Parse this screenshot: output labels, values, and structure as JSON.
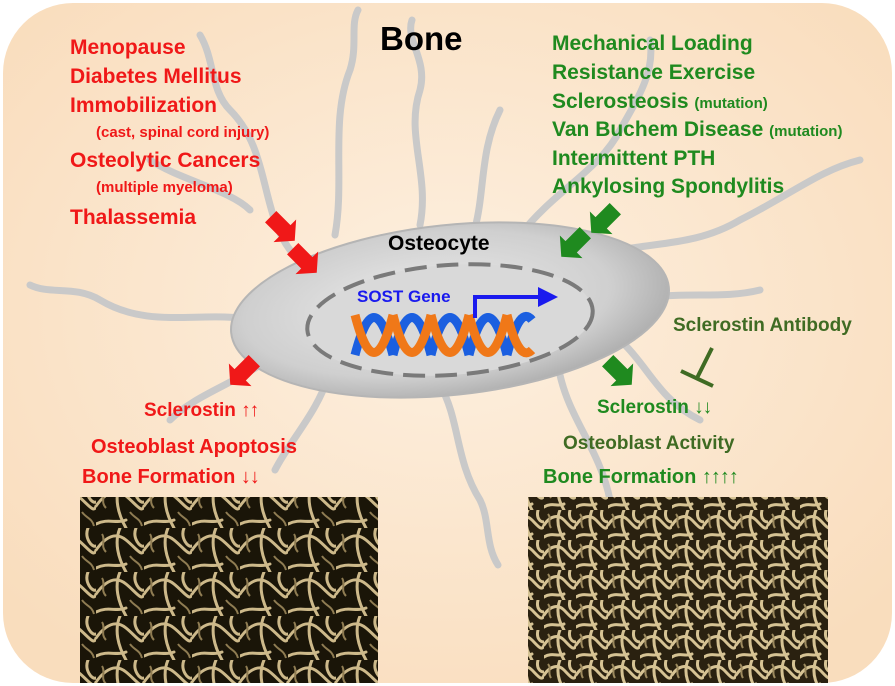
{
  "title": "Bone",
  "osteocyte_label": "Osteocyte",
  "gene_label": "SOST Gene",
  "left_factors": [
    {
      "text": "Menopause",
      "size": "big"
    },
    {
      "text": "Diabetes Mellitus",
      "size": "big"
    },
    {
      "text": "Immobilization",
      "size": "big"
    },
    {
      "text": "(cast, spinal cord injury)",
      "size": "small"
    },
    {
      "text": "Osteolytic Cancers",
      "size": "big"
    },
    {
      "text": "(multiple myeloma)",
      "size": "small"
    },
    {
      "text": "Thalassemia",
      "size": "big"
    }
  ],
  "right_factors": [
    {
      "text": "Mechanical Loading",
      "note": ""
    },
    {
      "text": "Resistance Exercise",
      "note": ""
    },
    {
      "text": "Sclerosteosis",
      "note": "(mutation)"
    },
    {
      "text": "Van Buchem Disease",
      "note": "(mutation)"
    },
    {
      "text": "Intermittent PTH",
      "note": ""
    },
    {
      "text": "Ankylosing Spondylitis",
      "note": ""
    }
  ],
  "antibody_label": "Sclerostin Antibody",
  "left_outcomes": {
    "sclerostin": "Sclerostin",
    "sclerostin_arrows": "↑↑",
    "apoptosis": "Osteoblast Apoptosis",
    "formation": "Bone Formation",
    "formation_arrows": "↓↓"
  },
  "right_outcomes": {
    "sclerostin": "Sclerostin",
    "sclerostin_arrows": "↓↓",
    "activity": "Osteoblast Activity",
    "formation": "Bone Formation",
    "formation_arrows": "↑↑↑↑"
  },
  "colors": {
    "background": "#fbe3c6",
    "negative": "#f01818",
    "positive": "#1f8a1f",
    "antibody": "#3f6b23",
    "gene_text": "#1a1aee",
    "helix_orange": "#f07818",
    "helix_blue": "#1b5fe0",
    "cell": "#cfcfcf"
  },
  "icons": {
    "factor_arrow": "thick-arrow-icon",
    "inhibition": "inhibition-t-bar-icon",
    "transcription": "bent-arrow-icon"
  }
}
